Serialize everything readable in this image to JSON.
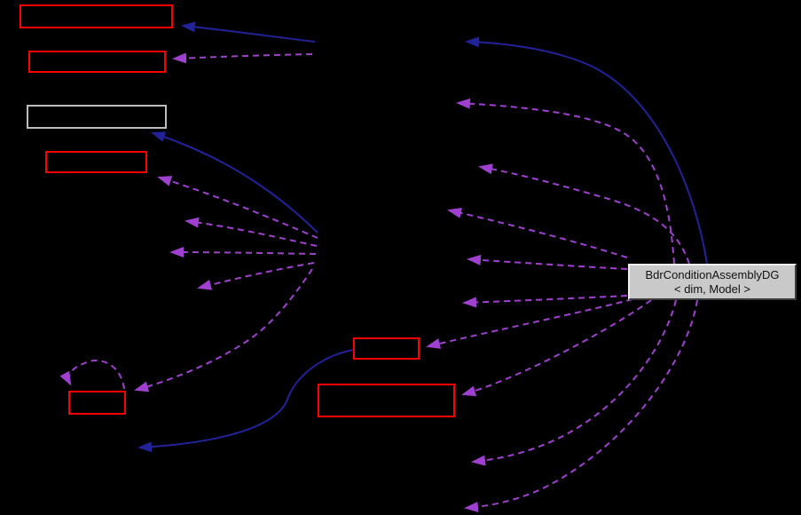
{
  "diagram": {
    "type": "collaboration-graph",
    "background_color": "#000000",
    "colors": {
      "red_node_border": "#ff0000",
      "gray_node_border": "#bdbdbd",
      "central_node_fill": "#c9c9c9",
      "solid_edge_blue": "#22229a",
      "dashed_edge_purple": "#a040d0"
    },
    "central_node": {
      "label_line1": "BdrConditionAssemblyDG",
      "label_line2": "< dim, Model >"
    },
    "nodes": [
      {
        "id": "node-1",
        "border": "red",
        "label": ""
      },
      {
        "id": "node-2",
        "border": "red",
        "label": ""
      },
      {
        "id": "node-3",
        "border": "gray",
        "label": ""
      },
      {
        "id": "node-4",
        "border": "red",
        "label": ""
      },
      {
        "id": "node-5",
        "border": "red",
        "label": ""
      },
      {
        "id": "node-6",
        "border": "red",
        "label": ""
      },
      {
        "id": "node-7",
        "border": "red",
        "label": ""
      },
      {
        "id": "central-node",
        "border": "gray",
        "label": "BdrConditionAssemblyDG < dim, Model >"
      }
    ],
    "edges": [
      {
        "id": "e1",
        "style": "solid",
        "color": "blue",
        "to": "node-1"
      },
      {
        "id": "e2",
        "style": "solid",
        "color": "blue",
        "to": "node-3"
      },
      {
        "id": "e3",
        "style": "solid",
        "color": "blue",
        "from": "central-node"
      },
      {
        "id": "e4",
        "style": "solid",
        "color": "blue",
        "from": "node-5"
      },
      {
        "id": "p1",
        "style": "dashed",
        "color": "purple",
        "to": "node-2"
      },
      {
        "id": "p2",
        "style": "dashed",
        "color": "purple",
        "to": "node-4"
      },
      {
        "id": "p3",
        "style": "dashed",
        "color": "purple"
      },
      {
        "id": "p4",
        "style": "dashed",
        "color": "purple"
      },
      {
        "id": "p5",
        "style": "dashed",
        "color": "purple"
      },
      {
        "id": "p6",
        "style": "dashed",
        "color": "purple",
        "to": "node-7"
      },
      {
        "id": "p7",
        "style": "dashed",
        "color": "purple",
        "to": "node-7",
        "note": "self-loop"
      },
      {
        "id": "p8",
        "style": "dashed",
        "color": "purple",
        "from": "central-node"
      },
      {
        "id": "p9",
        "style": "dashed",
        "color": "purple",
        "from": "central-node"
      },
      {
        "id": "p10",
        "style": "dashed",
        "color": "purple",
        "from": "central-node"
      },
      {
        "id": "p11",
        "style": "dashed",
        "color": "purple",
        "from": "central-node"
      },
      {
        "id": "p12",
        "style": "dashed",
        "color": "purple",
        "from": "central-node"
      },
      {
        "id": "p13",
        "style": "dashed",
        "color": "purple",
        "from": "central-node",
        "to": "node-5"
      },
      {
        "id": "p14",
        "style": "dashed",
        "color": "purple",
        "from": "central-node",
        "to": "node-6"
      },
      {
        "id": "p15",
        "style": "dashed",
        "color": "purple",
        "from": "central-node"
      },
      {
        "id": "p16",
        "style": "dashed",
        "color": "purple",
        "from": "central-node"
      }
    ]
  }
}
